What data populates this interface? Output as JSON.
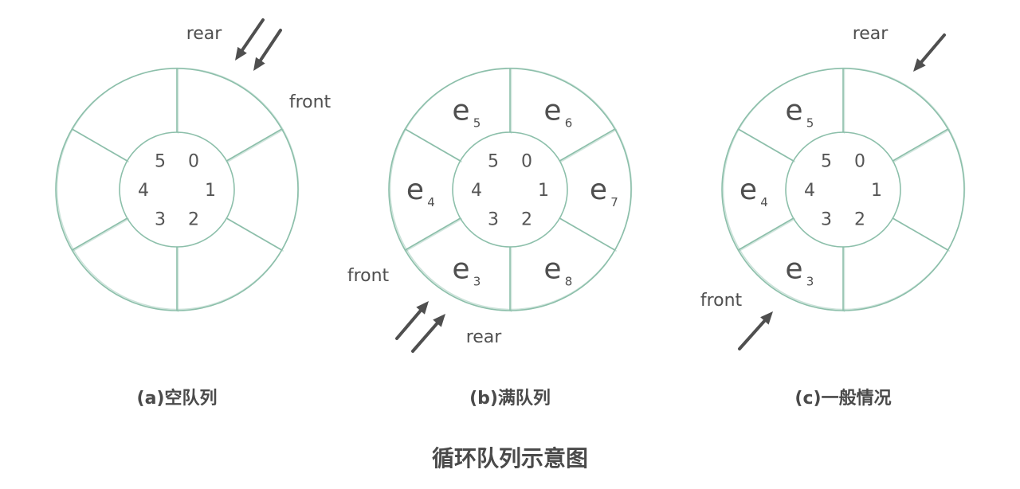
{
  "slot_indices": [
    "0",
    "1",
    "2",
    "3",
    "4",
    "5"
  ],
  "diagram_title": "循环队列示意图",
  "ring_color": "#8cbfaa",
  "text_color": "#4f4f4f",
  "panels": [
    {
      "caption": "(a)空队列",
      "elements": [],
      "pointers": [
        {
          "label": "rear",
          "double": true
        },
        {
          "label": "front"
        }
      ]
    },
    {
      "caption": "(b)满队列",
      "elements": [
        {
          "slot": "0",
          "letter": "e",
          "sub": "6"
        },
        {
          "slot": "1",
          "letter": "e",
          "sub": "7"
        },
        {
          "slot": "2",
          "letter": "e",
          "sub": "8"
        },
        {
          "slot": "3",
          "letter": "e",
          "sub": "3"
        },
        {
          "slot": "4",
          "letter": "e",
          "sub": "4"
        },
        {
          "slot": "5",
          "letter": "e",
          "sub": "5"
        }
      ],
      "pointers": [
        {
          "label": "front",
          "double": true
        },
        {
          "label": "rear"
        }
      ]
    },
    {
      "caption": "(c)一般情况",
      "elements": [
        {
          "slot": "3",
          "letter": "e",
          "sub": "3"
        },
        {
          "slot": "4",
          "letter": "e",
          "sub": "4"
        },
        {
          "slot": "5",
          "letter": "e",
          "sub": "5"
        }
      ],
      "pointers": [
        {
          "label": "rear"
        },
        {
          "label": "front"
        }
      ]
    }
  ]
}
